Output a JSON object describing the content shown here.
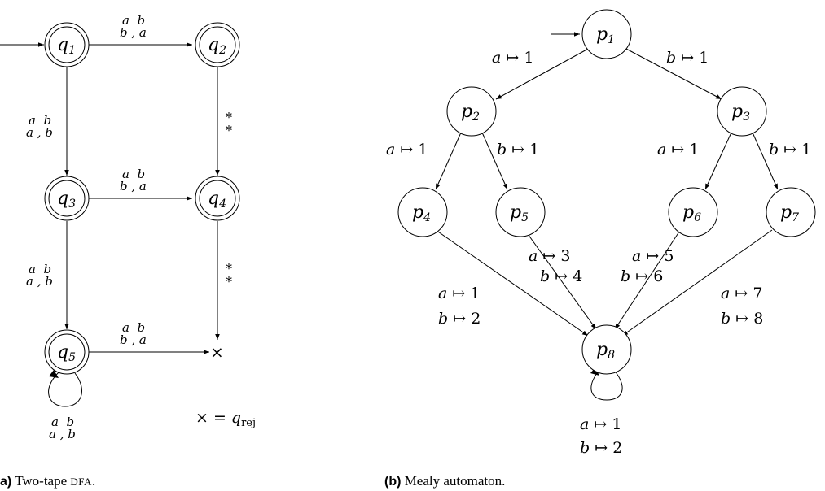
{
  "dfa": {
    "states": [
      "q1",
      "q2",
      "q3",
      "q4",
      "q5"
    ],
    "state_subscripts": [
      "1",
      "2",
      "3",
      "4",
      "5"
    ],
    "state_letter": "q",
    "pair_top_ab": "a  b",
    "pair_bot_ba": "b , a",
    "pair_bot_ab": "a , b",
    "star": "*",
    "reject_symbol": "×",
    "reject_def_lhs": "× = ",
    "reject_def_q": "q",
    "reject_def_sub": "rej",
    "caption_label": "a)",
    "caption_text": "Two-tape ",
    "caption_sc": "DFA",
    "caption_dot": "."
  },
  "mealy": {
    "state_letter": "p",
    "state_subscripts": [
      "1",
      "2",
      "3",
      "4",
      "5",
      "6",
      "7",
      "8"
    ],
    "map_symbol": "↦",
    "labels": {
      "p1_p2": {
        "in": "a",
        "out": "1"
      },
      "p1_p3": {
        "in": "b",
        "out": "1"
      },
      "p2_p4": {
        "in": "a",
        "out": "1"
      },
      "p2_p5": {
        "in": "b",
        "out": "1"
      },
      "p3_p6": {
        "in": "a",
        "out": "1"
      },
      "p3_p7": {
        "in": "b",
        "out": "1"
      },
      "p4_a": {
        "in": "a",
        "out": "1"
      },
      "p4_b": {
        "in": "b",
        "out": "2"
      },
      "p5_a": {
        "in": "a",
        "out": "3"
      },
      "p5_b": {
        "in": "b",
        "out": "4"
      },
      "p6_a": {
        "in": "a",
        "out": "5"
      },
      "p6_b": {
        "in": "b",
        "out": "6"
      },
      "p7_a": {
        "in": "a",
        "out": "7"
      },
      "p7_b": {
        "in": "b",
        "out": "8"
      },
      "p8_a": {
        "in": "a",
        "out": "1"
      },
      "p8_b": {
        "in": "b",
        "out": "2"
      }
    },
    "caption_label": "(b)",
    "caption_text": "Mealy automaton."
  }
}
